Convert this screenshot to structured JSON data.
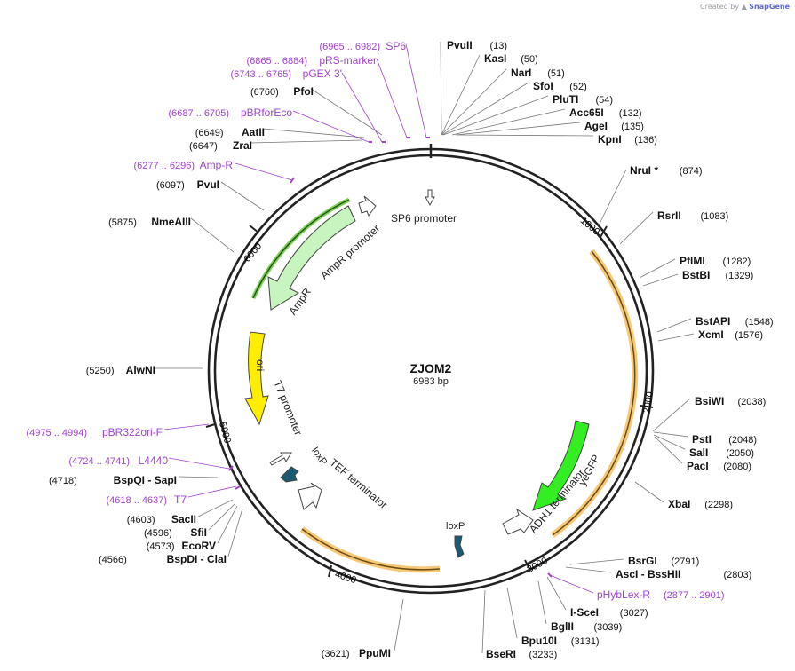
{
  "credit": {
    "prefix": "Created by",
    "brand": "SnapGene"
  },
  "plasmid": {
    "name": "ZJOM2",
    "size": "6983 bp"
  },
  "colors": {
    "backbone": "#222222",
    "primer": "#a040d0",
    "site": "#777777",
    "cds_green": "#33ee22",
    "cds_light": "#c8f4c0",
    "ori": "#ffee00",
    "feature_outline": "#f0a040",
    "loxp": "#1a5a72"
  },
  "ticks": [
    "1000",
    "2000",
    "3000",
    "4000",
    "5000",
    "6000"
  ],
  "features": [
    "AmpR",
    "AmpR promoter",
    "SP6 promoter",
    "ori",
    "T7 promoter",
    "loxP",
    "TEF terminator",
    "ADH1 terminator",
    "yeGFP",
    "loxP"
  ],
  "sites": [
    {
      "name": "PvuII",
      "pos": "(13)"
    },
    {
      "name": "KasI",
      "pos": "(50)"
    },
    {
      "name": "NarI",
      "pos": "(51)"
    },
    {
      "name": "SfoI",
      "pos": "(52)"
    },
    {
      "name": "PluTI",
      "pos": "(54)"
    },
    {
      "name": "Acc65I",
      "pos": "(132)"
    },
    {
      "name": "AgeI",
      "pos": "(135)"
    },
    {
      "name": "KpnI",
      "pos": "(136)"
    },
    {
      "name": "NruI *",
      "pos": "(874)"
    },
    {
      "name": "RsrII",
      "pos": "(1083)"
    },
    {
      "name": "PflMI",
      "pos": "(1282)"
    },
    {
      "name": "BstBI",
      "pos": "(1329)"
    },
    {
      "name": "BstAPI",
      "pos": "(1548)"
    },
    {
      "name": "XcmI",
      "pos": "(1576)"
    },
    {
      "name": "BsiWI",
      "pos": "(2038)"
    },
    {
      "name": "PstI",
      "pos": "(2048)"
    },
    {
      "name": "SalI",
      "pos": "(2050)"
    },
    {
      "name": "PacI",
      "pos": "(2080)"
    },
    {
      "name": "XbaI",
      "pos": "(2298)"
    },
    {
      "name": "BsrGI",
      "pos": "(2791)"
    },
    {
      "name": "AscI  -  BssHII",
      "pos": "(2803)"
    },
    {
      "name": "I-SceI",
      "pos": "(3027)"
    },
    {
      "name": "BglII",
      "pos": "(3039)"
    },
    {
      "name": "Bpu10I",
      "pos": "(3131)"
    },
    {
      "name": "BseRI",
      "pos": "(3233)"
    },
    {
      "name": "PpuMI",
      "pos": "(3621)"
    },
    {
      "name": "BspDI  -  ClaI",
      "pos": "(4566)"
    },
    {
      "name": "EcoRV",
      "pos": "(4573)"
    },
    {
      "name": "SfiI",
      "pos": "(4596)"
    },
    {
      "name": "SacII",
      "pos": "(4603)"
    },
    {
      "name": "BspQI  -  SapI",
      "pos": "(4718)"
    },
    {
      "name": "AlwNI",
      "pos": "(5250)"
    },
    {
      "name": "NmeAIII",
      "pos": "(5875)"
    },
    {
      "name": "PvuI",
      "pos": "(6097)"
    },
    {
      "name": "ZraI",
      "pos": "(6647)"
    },
    {
      "name": "AatII",
      "pos": "(6649)"
    },
    {
      "name": "PfoI",
      "pos": "(6760)"
    }
  ],
  "primers": [
    {
      "name": "SP6",
      "pos": "(6965 .. 6982)"
    },
    {
      "name": "pRS-marker",
      "pos": "(6865 .. 6884)"
    },
    {
      "name": "pGEX 3'",
      "pos": "(6743 .. 6765)"
    },
    {
      "name": "pBRforEco",
      "pos": "(6687 .. 6705)"
    },
    {
      "name": "Amp-R",
      "pos": "(6277 .. 6296)"
    },
    {
      "name": "pBR322ori-F",
      "pos": "(4975 .. 4994)"
    },
    {
      "name": "L4440",
      "pos": "(4724 .. 4741)"
    },
    {
      "name": "T7",
      "pos": "(4618 .. 4637)"
    },
    {
      "name": "pHybLex-R",
      "pos": "(2877 .. 2901)"
    }
  ]
}
